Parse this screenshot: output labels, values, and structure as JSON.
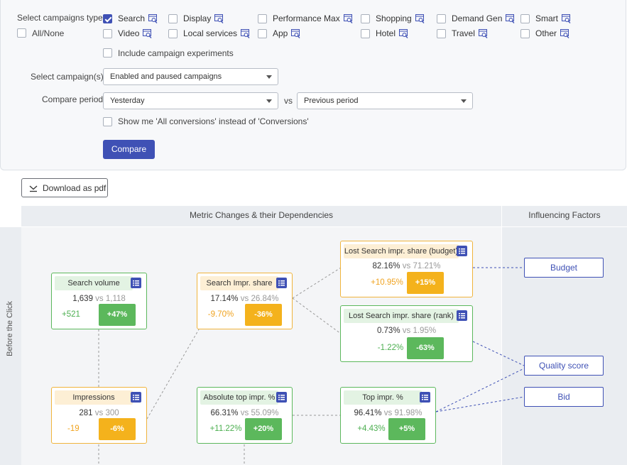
{
  "filters": {
    "campaign_type_label": "Select campaigns type:",
    "all_none": "All/None",
    "types": [
      {
        "label": "Search",
        "checked": true
      },
      {
        "label": "Display",
        "checked": false
      },
      {
        "label": "Performance Max",
        "checked": false
      },
      {
        "label": "Shopping",
        "checked": false
      },
      {
        "label": "Demand Gen",
        "checked": false
      },
      {
        "label": "Smart",
        "checked": false
      },
      {
        "label": "Video",
        "checked": false
      },
      {
        "label": "Local services",
        "checked": false
      },
      {
        "label": "App",
        "checked": false
      },
      {
        "label": "Hotel",
        "checked": false
      },
      {
        "label": "Travel",
        "checked": false
      },
      {
        "label": "Other",
        "checked": false
      }
    ],
    "include_experiments": "Include campaign experiments",
    "select_campaigns_label": "Select campaign(s):",
    "select_campaigns_value": "Enabled and paused campaigns",
    "compare_period_label": "Compare period:",
    "period_value": "Yesterday",
    "vs": "vs",
    "compare_to_value": "Previous period",
    "all_conversions": "Show me 'All conversions' instead of 'Conversions'",
    "compare_button": "Compare"
  },
  "download_button": "Download as pdf",
  "headers": {
    "metrics": "Metric Changes & their Dependencies",
    "factors": "Influencing Factors"
  },
  "side_label": "Before the Click",
  "cards": {
    "search_volume": {
      "title": "Search volume",
      "current": "1,639",
      "vs": "vs",
      "previous": "1,118",
      "delta": "+521",
      "pct": "+47%"
    },
    "search_impr_share": {
      "title": "Search Impr. share",
      "current": "17.14%",
      "vs": "vs",
      "previous": "26.84%",
      "delta": "-9.70%",
      "pct": "-36%"
    },
    "lost_budget": {
      "title": "Lost Search impr. share (budget)",
      "current": "82.16%",
      "vs": "vs",
      "previous": "71.21%",
      "delta": "+10.95%",
      "pct": "+15%"
    },
    "lost_rank": {
      "title": "Lost Search impr. share (rank)",
      "current": "0.73%",
      "vs": "vs",
      "previous": "1.95%",
      "delta": "-1.22%",
      "pct": "-63%"
    },
    "impressions": {
      "title": "Impressions",
      "current": "281",
      "vs": "vs",
      "previous": "300",
      "delta": "-19",
      "pct": "-6%"
    },
    "abs_top": {
      "title": "Absolute top impr. %",
      "current": "66.31%",
      "vs": "vs",
      "previous": "55.09%",
      "delta": "+11.22%",
      "pct": "+20%"
    },
    "top_impr": {
      "title": "Top impr. %",
      "current": "96.41%",
      "vs": "vs",
      "previous": "91.98%",
      "delta": "+4.43%",
      "pct": "+5%"
    }
  },
  "factors": {
    "budget": "Budget",
    "quality_score": "Quality score",
    "bid": "Bid"
  },
  "colors": {
    "accent": "#3f51b5",
    "positive": "#5cb85c",
    "negative": "#f4b21c"
  }
}
